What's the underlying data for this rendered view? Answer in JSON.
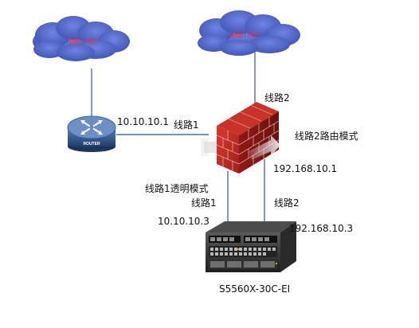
{
  "clouds": [
    {
      "label": "internet"
    },
    {
      "label": "internet"
    }
  ],
  "router": {
    "label": "ROUTER"
  },
  "labels": {
    "router_ip": "10.10.10.1",
    "line1_top": "线路1",
    "line2_top": "线路2",
    "line2_mode": "线路2路由模式",
    "fw_ip_line2": "192.168.10.1",
    "line1_mode": "线路1透明模式",
    "line1_bottom": "线路1",
    "line2_bottom": "线路2",
    "switch_ip_line1": "10.10.10.3",
    "switch_ip_line2": "192.168.10.3",
    "switch_model": "S5560X-30C-EI"
  },
  "colors": {
    "cloud": "#4a60c4",
    "cloud_text": "#ff2a2a",
    "link": "#4a6fb5",
    "firewall": "#c62828",
    "router": "#2a4f86"
  }
}
